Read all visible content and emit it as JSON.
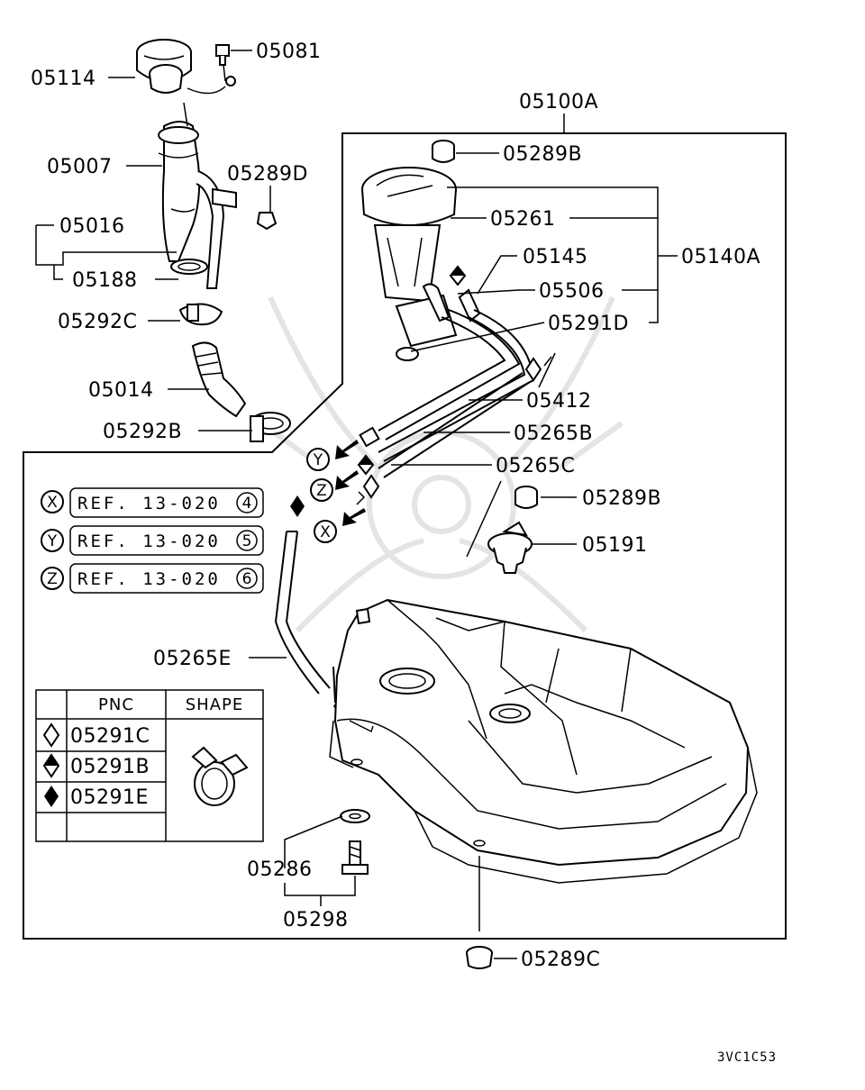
{
  "labels": {
    "l05081": "05081",
    "l05114": "05114",
    "l05100A": "05100A",
    "l05289B_top": "05289B",
    "l05007": "05007",
    "l05289D": "05289D",
    "l05261": "05261",
    "l05016": "05016",
    "l05145": "05145",
    "l05140A": "05140A",
    "l05188": "05188",
    "l05506": "05506",
    "l05292C": "05292C",
    "l05291D": "05291D",
    "l05014": "05014",
    "l05412": "05412",
    "l05292B": "05292B",
    "l05265B": "05265B",
    "l05265C": "05265C",
    "l05289B_mid": "05289B",
    "l05191": "05191",
    "l05265E": "05265E",
    "l05286": "05286",
    "l05298": "05298",
    "l05289C": "05289C"
  },
  "references": [
    {
      "marker": "X",
      "text": "REF. 13-020",
      "num": "4"
    },
    {
      "marker": "Y",
      "text": "REF. 13-020",
      "num": "5"
    },
    {
      "marker": "Z",
      "text": "REF. 13-020",
      "num": "6"
    }
  ],
  "connectors": {
    "y": "Y",
    "z": "Z",
    "x": "X"
  },
  "table": {
    "header_pnc": "PNC",
    "header_shape": "SHAPE",
    "rows": [
      {
        "symbol": "open-diamond",
        "pnc": "05291C"
      },
      {
        "symbol": "half-diamond",
        "pnc": "05291B"
      },
      {
        "symbol": "filled-diamond",
        "pnc": "05291E"
      }
    ]
  },
  "figure_code": "3VC1C53"
}
